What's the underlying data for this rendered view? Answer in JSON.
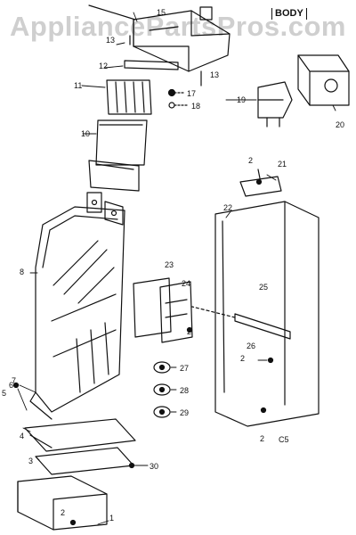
{
  "watermark": "AppliancePartsPros.com",
  "section_label": "BODY",
  "diagram_code": "C5",
  "callouts": [
    "1",
    "2",
    "3",
    "4",
    "5",
    "6",
    "7",
    "8",
    "10",
    "11",
    "12",
    "13",
    "15",
    "17",
    "18",
    "19",
    "20",
    "21",
    "22",
    "23",
    "24",
    "25",
    "26",
    "27",
    "28",
    "29",
    "30"
  ]
}
